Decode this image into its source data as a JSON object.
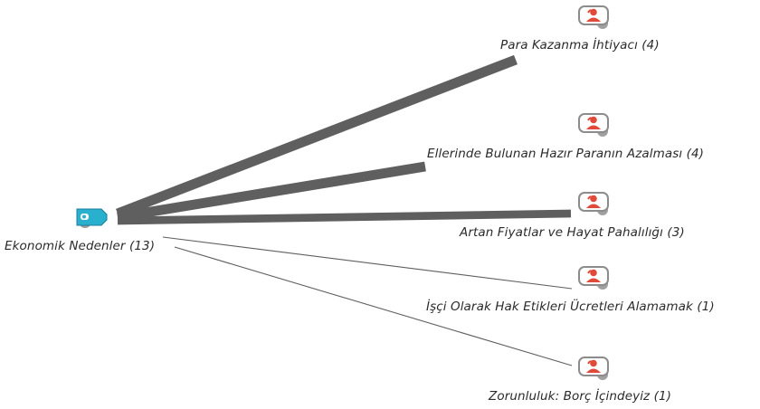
{
  "root": {
    "label": "Ekonomik Nedenler (13)",
    "icon": "tag-code-icon",
    "icon_color": "#29b0cf"
  },
  "children": [
    {
      "label": "Para Kazanma İhtiyacı (4)",
      "icon": "person-card-icon",
      "weight": 4
    },
    {
      "label": "Ellerinde Bulunan Hazır Paranın Azalması  (4)",
      "icon": "person-card-icon",
      "weight": 4
    },
    {
      "label": "Artan Fiyatlar ve Hayat Pahalılığı (3)",
      "icon": "person-card-icon",
      "weight": 3
    },
    {
      "label": "İşçi Olarak Hak Etikleri Ücretleri Alamamak (1)",
      "icon": "person-card-icon",
      "weight": 1
    },
    {
      "label": "Zorunluluk:  Borç İçindeyiz (1)",
      "icon": "person-card-icon",
      "weight": 1
    }
  ],
  "colors": {
    "edge": "#5f5f5f",
    "person_icon": "#e04a3a",
    "label_text": "#2b2b2b"
  }
}
